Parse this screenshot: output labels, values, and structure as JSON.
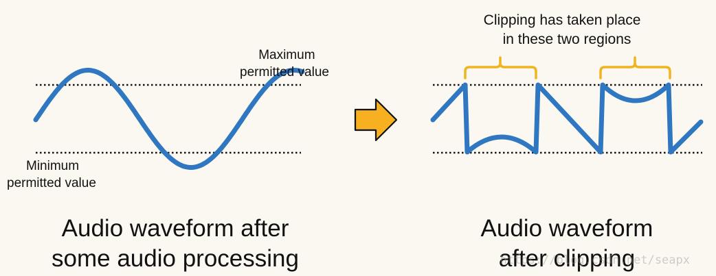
{
  "left_panel": {
    "max_label": [
      "Maximum",
      "permitted value"
    ],
    "min_label": [
      "Minimum",
      "permitted value"
    ],
    "caption": [
      "Audio waveform after",
      "some audio processing"
    ]
  },
  "right_panel": {
    "annotation": [
      "Clipping has taken place",
      "in these two regions"
    ],
    "caption": [
      "Audio waveform",
      "after clipping"
    ]
  },
  "watermark": "https://blog.csdn.net/seapx",
  "colors": {
    "waveform": "#2f77c0",
    "bracket": "#f0b41f",
    "arrow_fill": "#f7b120",
    "arrow_stroke": "#111111",
    "background": "#fbf8f1"
  },
  "icons": {
    "arrow": "right-arrow-icon",
    "bracket": "curly-bracket-icon"
  }
}
